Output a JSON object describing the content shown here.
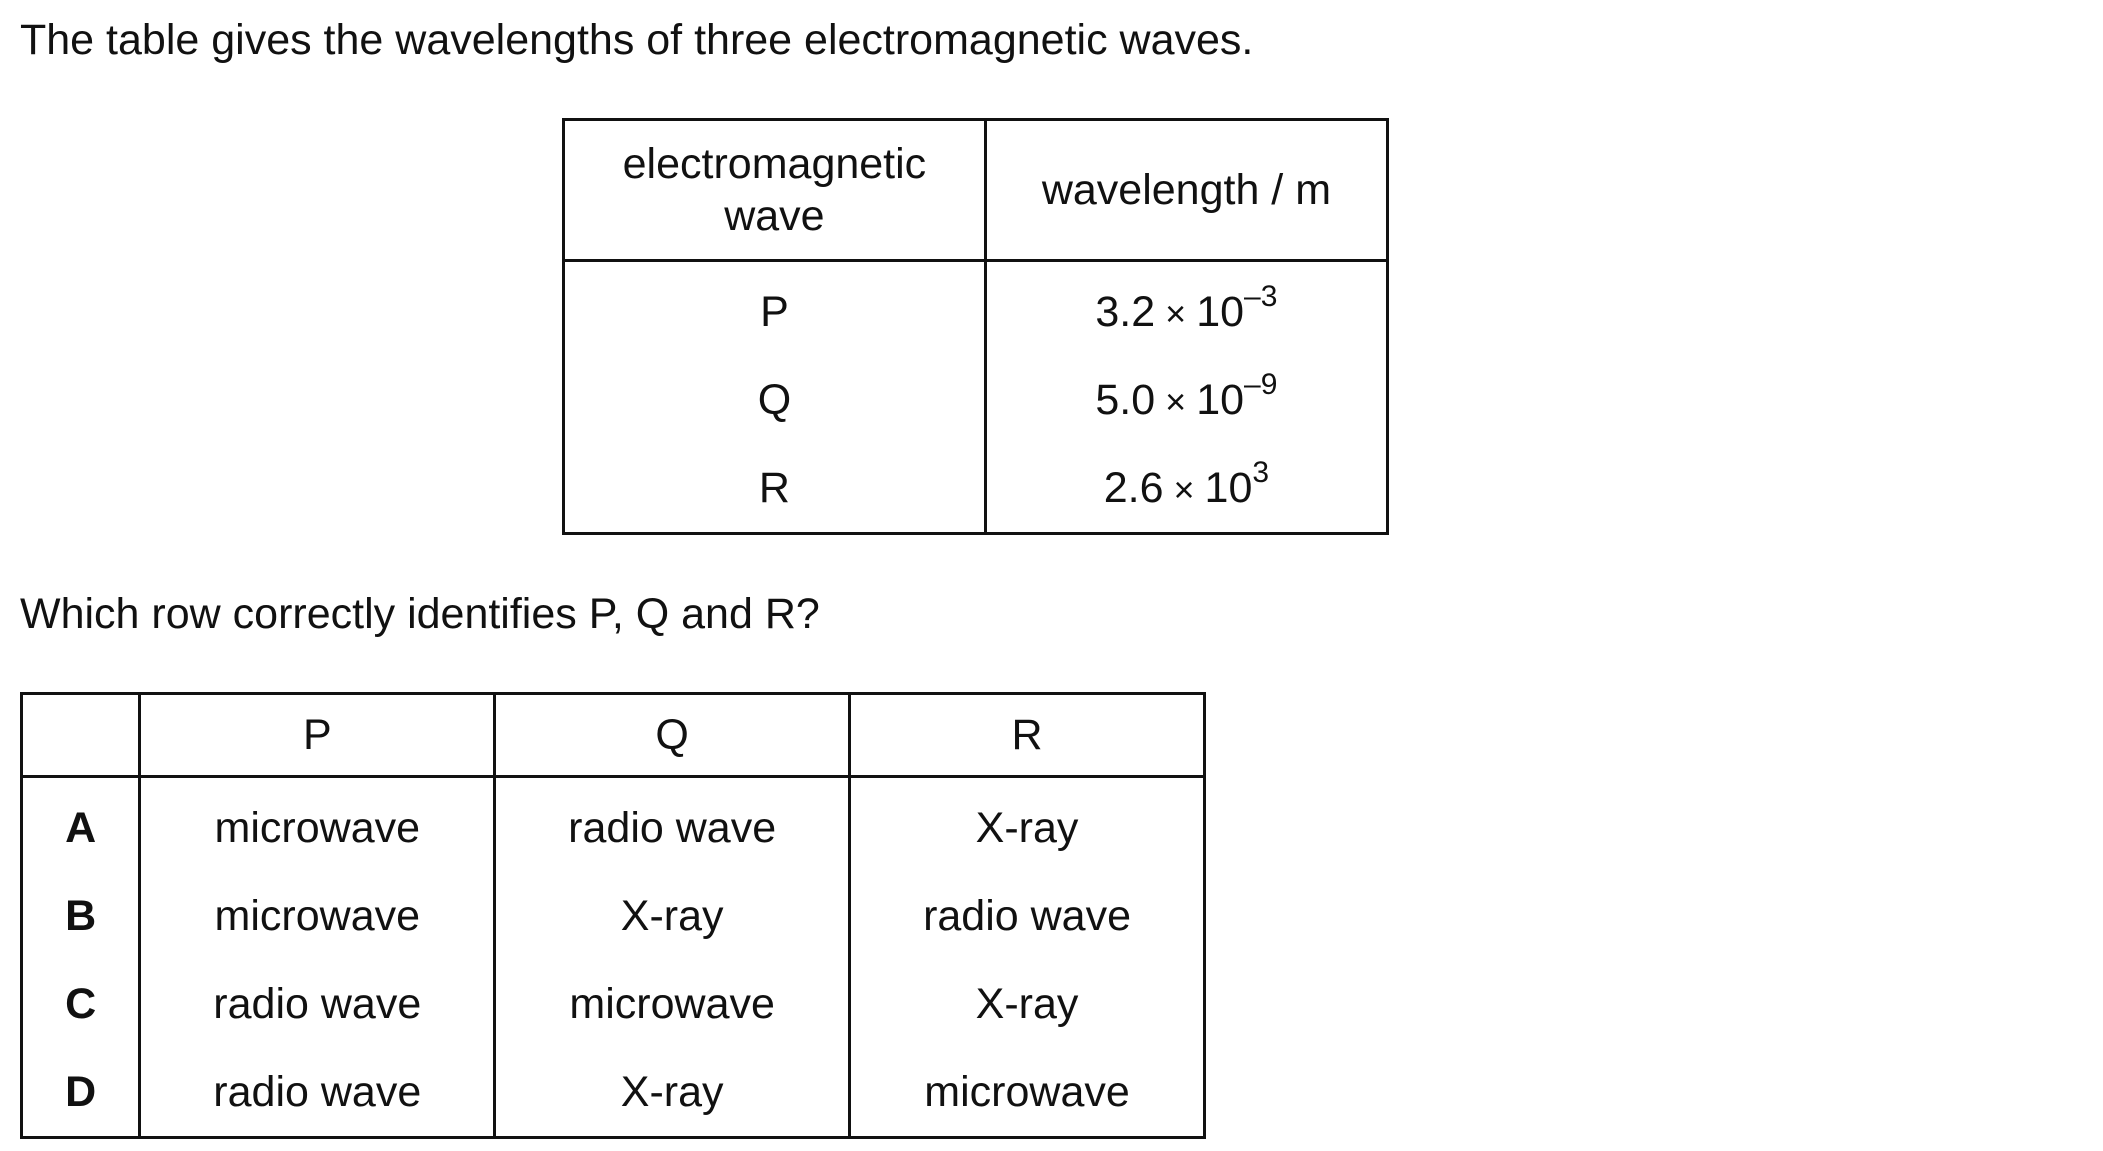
{
  "intro_text": "The table gives the wavelengths of three electromagnetic waves.",
  "wave_table": {
    "headers": {
      "wave_line1": "electromagnetic",
      "wave_line2": "wave",
      "wavelength": "wavelength / m"
    },
    "rows": [
      {
        "name": "P",
        "mantissa": "3.2",
        "times": "×",
        "base": "10",
        "exponent": "–3"
      },
      {
        "name": "Q",
        "mantissa": "5.0",
        "times": "×",
        "base": "10",
        "exponent": "–9"
      },
      {
        "name": "R",
        "mantissa": "2.6",
        "times": "×",
        "base": "10",
        "exponent": "3"
      }
    ]
  },
  "question_text": "Which row correctly identifies P, Q and R?",
  "options_table": {
    "headers": {
      "letter": "",
      "p": "P",
      "q": "Q",
      "r": "R"
    },
    "rows": [
      {
        "letter": "A",
        "p": "microwave",
        "q": "radio wave",
        "r": "X-ray"
      },
      {
        "letter": "B",
        "p": "microwave",
        "q": "X-ray",
        "r": "radio wave"
      },
      {
        "letter": "C",
        "p": "radio wave",
        "q": "microwave",
        "r": "X-ray"
      },
      {
        "letter": "D",
        "p": "radio wave",
        "q": "X-ray",
        "r": "microwave"
      }
    ]
  }
}
